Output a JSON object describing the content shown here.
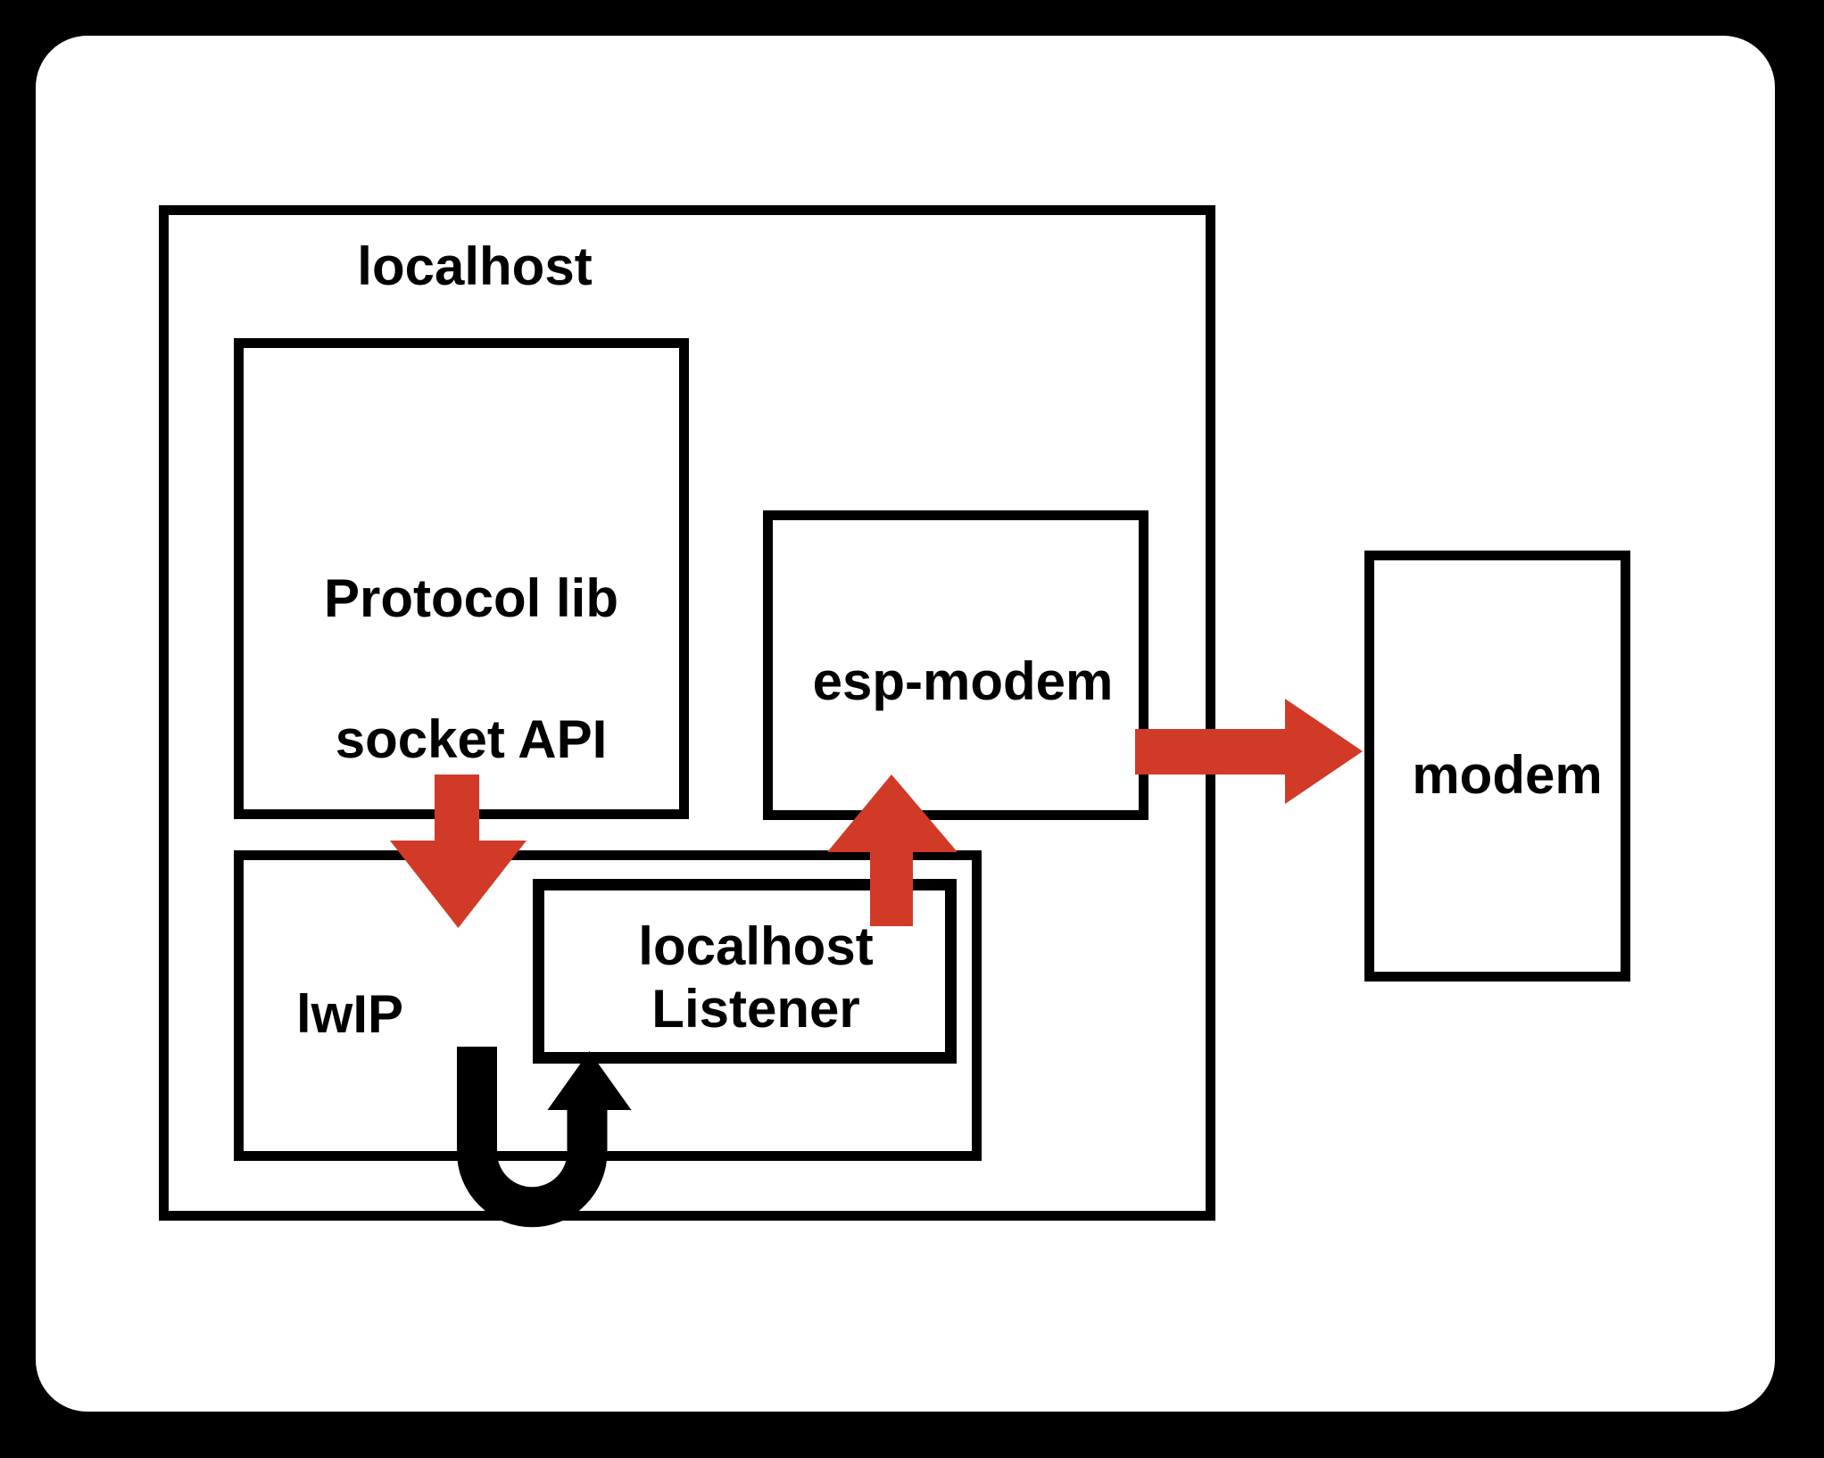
{
  "colors": {
    "page_background": "#000000",
    "canvas_background": "#ffffff",
    "box_border": "#000000",
    "arrow_red": "#d13a27",
    "arrow_black": "#000000",
    "text": "#000000"
  },
  "boxes": {
    "localhost": {
      "label": "localhost"
    },
    "protocol_lib": {
      "label_line1": "Protocol lib",
      "label_line2": "socket API"
    },
    "lwip": {
      "label": "lwIP"
    },
    "localhost_listener": {
      "label_line1": "localhost",
      "label_line2": "Listener"
    },
    "esp_modem": {
      "label": "esp-modem"
    },
    "modem": {
      "label": "modem"
    }
  },
  "arrows": {
    "socket_api_to_lwip": {
      "color_name": "red",
      "direction": "down",
      "from": "Protocol lib socket API",
      "to": "lwIP"
    },
    "listener_to_esp_modem": {
      "color_name": "red",
      "direction": "up",
      "from": "localhost Listener",
      "to": "esp-modem"
    },
    "esp_modem_to_modem": {
      "color_name": "red",
      "direction": "right",
      "from": "esp-modem",
      "to": "modem"
    },
    "lwip_loopback_to_listener": {
      "color_name": "black",
      "direction": "u-turn up",
      "from": "lwIP",
      "to": "localhost Listener"
    }
  }
}
